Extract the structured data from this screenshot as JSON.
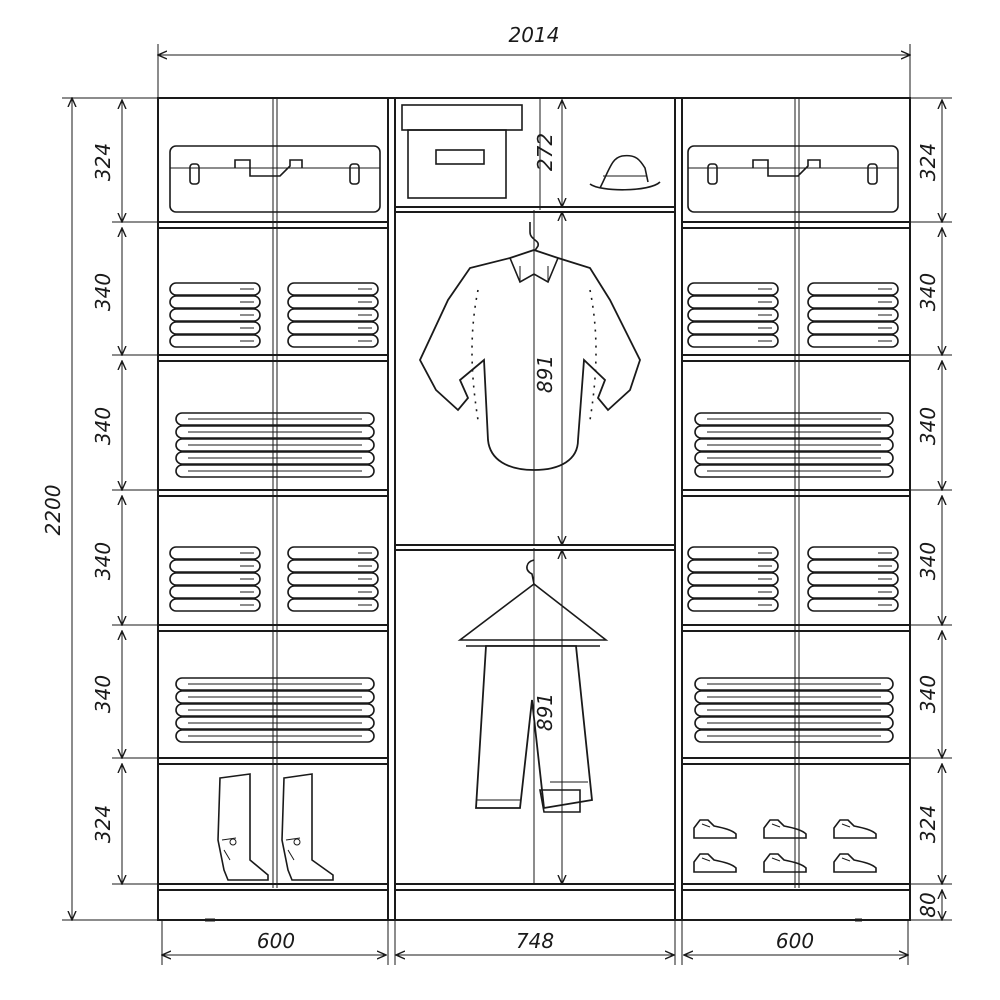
{
  "dimensions": {
    "total_width": "2014",
    "total_height": "2200",
    "top_shelf_height": "324",
    "shelf_height": "340",
    "bottom_shelf_height": "324",
    "hat_shelf_height": "272",
    "hanging_height": "891",
    "plinth_height": "80",
    "left_width": "600",
    "center_width": "748",
    "right_width": "600"
  },
  "colors": {
    "ink": "#1a1a1a",
    "paper": "#ffffff"
  }
}
